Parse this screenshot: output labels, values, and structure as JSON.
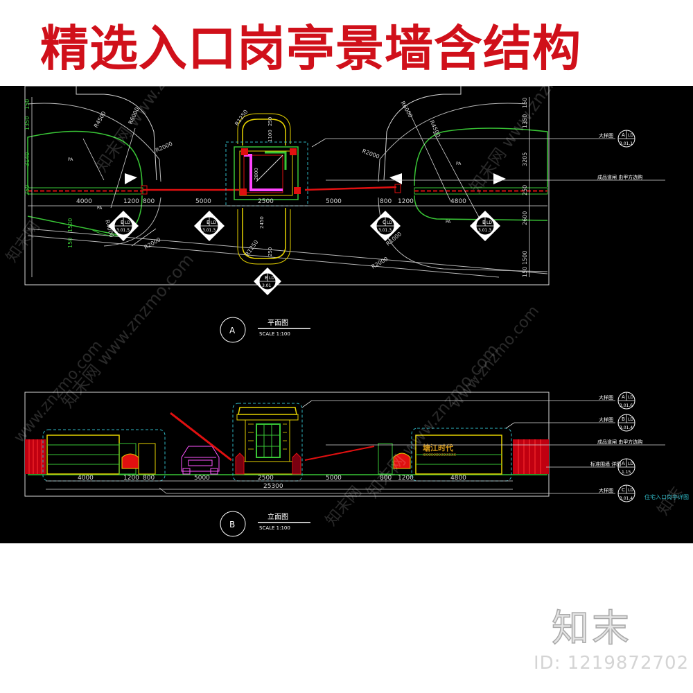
{
  "title": "精选入口岗亭景墙含结构",
  "brand": "知末",
  "id_label": "ID: 1219872702",
  "plan": {
    "circle_label": "A",
    "name": "平面图",
    "scale": "SCALE    1:100",
    "dims": [
      "4000",
      "1200",
      "800",
      "5000",
      "2500",
      "5000",
      "800",
      "1200",
      "4800"
    ],
    "radii": [
      "R4500",
      "R6000",
      "R2000",
      "R1250",
      "R1250",
      "R2000",
      "R6000",
      "R4500",
      "R4000",
      "R2000",
      "R2000",
      "R1000"
    ],
    "side_left": [
      "1350",
      "150",
      "3140",
      "250",
      "1500",
      "150"
    ],
    "side_right": [
      "150",
      "1350",
      "3205",
      "250",
      "2600",
      "1500",
      "150"
    ],
    "booth_dims": [
      "1100",
      "250",
      "2800",
      "2450",
      "250"
    ],
    "pa_labels": [
      "PA",
      "PA",
      "PA",
      "PA"
    ],
    "markers": [
      {
        "top": "B",
        "right": "LD",
        "bottom": "3.01.5"
      },
      {
        "top": "B",
        "right": "LD",
        "bottom": "3.01.3"
      },
      {
        "top": "C",
        "right": "LD",
        "bottom": "3.01.3"
      },
      {
        "top": "B",
        "right": "LD",
        "bottom": "3.01.3"
      },
      {
        "top": "B",
        "right": "LD",
        "bottom": "3.01"
      }
    ],
    "callouts": [
      {
        "text": "大样图",
        "top": "A",
        "right": "LD",
        "bottom": "3.01.1"
      },
      {
        "text": "成品道闸  由甲方选购"
      }
    ]
  },
  "elevation": {
    "circle_label": "B",
    "name": "立面图",
    "scale": "SCALE    1:100",
    "dims": [
      "4000",
      "1200",
      "800",
      "5000",
      "2500",
      "5000",
      "800",
      "1200",
      "4800"
    ],
    "total": "25300",
    "sign_text": "塘江时代",
    "sign_sub": "XXXXXXXXXXXXXX",
    "callouts": [
      {
        "text": "大样图",
        "top": "A",
        "right": "LD",
        "bottom": "3.01.6"
      },
      {
        "text": "大样图",
        "top": "B",
        "right": "LD",
        "bottom": "3.01.4"
      },
      {
        "text": "成品道闸  由甲方选购"
      },
      {
        "text": "标准围墙  详图",
        "top": "A",
        "right": "LD",
        "bottom": "1.15"
      },
      {
        "text": "大样图",
        "top": "C",
        "right": "LD",
        "bottom": "3.01.4"
      }
    ],
    "note": "住宅入口岗亭详图"
  },
  "watermarks": [
    "知末网 www.znzmo.com",
    "知末网 www.znzmo.com",
    "知末网 www.znzmo.com",
    "知末网 www.znzmo.com",
    "www.znzmo.com",
    "www.znzmo.com",
    "知末网",
    "知末网",
    "知末"
  ]
}
